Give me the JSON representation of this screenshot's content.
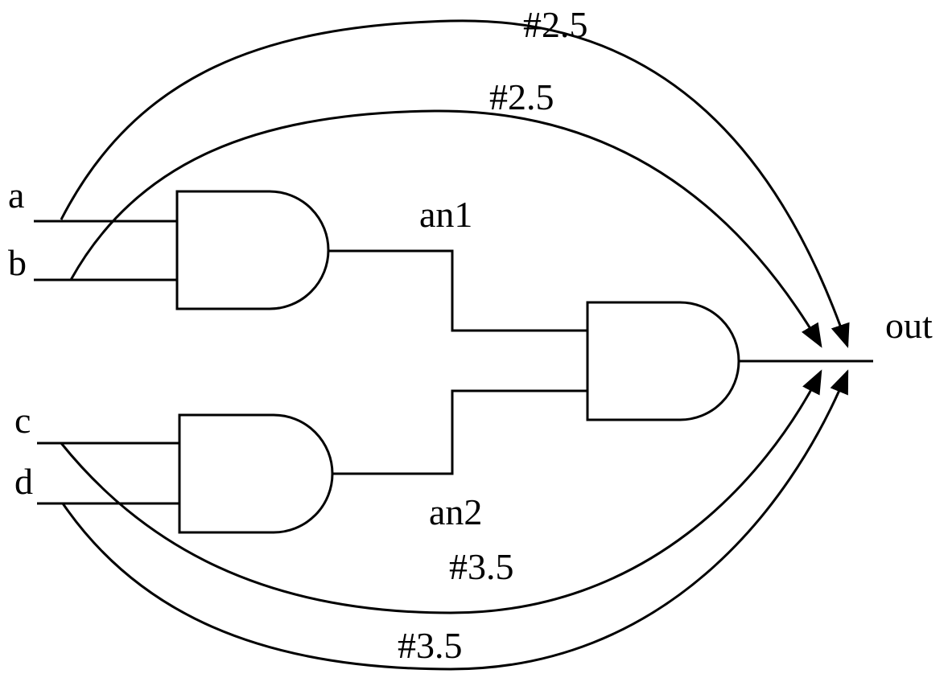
{
  "inputs": {
    "a": "a",
    "b": "b",
    "c": "c",
    "d": "d"
  },
  "output": "out",
  "nets": {
    "an1": "an1",
    "an2": "an2"
  },
  "delays": {
    "a_to_out": "#2.5",
    "b_to_out": "#2.5",
    "c_to_out": "#3.5",
    "d_to_out": "#3.5"
  },
  "gates": {
    "g1": "and-gate",
    "g2": "and-gate",
    "g3": "and-gate"
  },
  "colors": {
    "stroke": "#000000",
    "background": "#ffffff"
  }
}
